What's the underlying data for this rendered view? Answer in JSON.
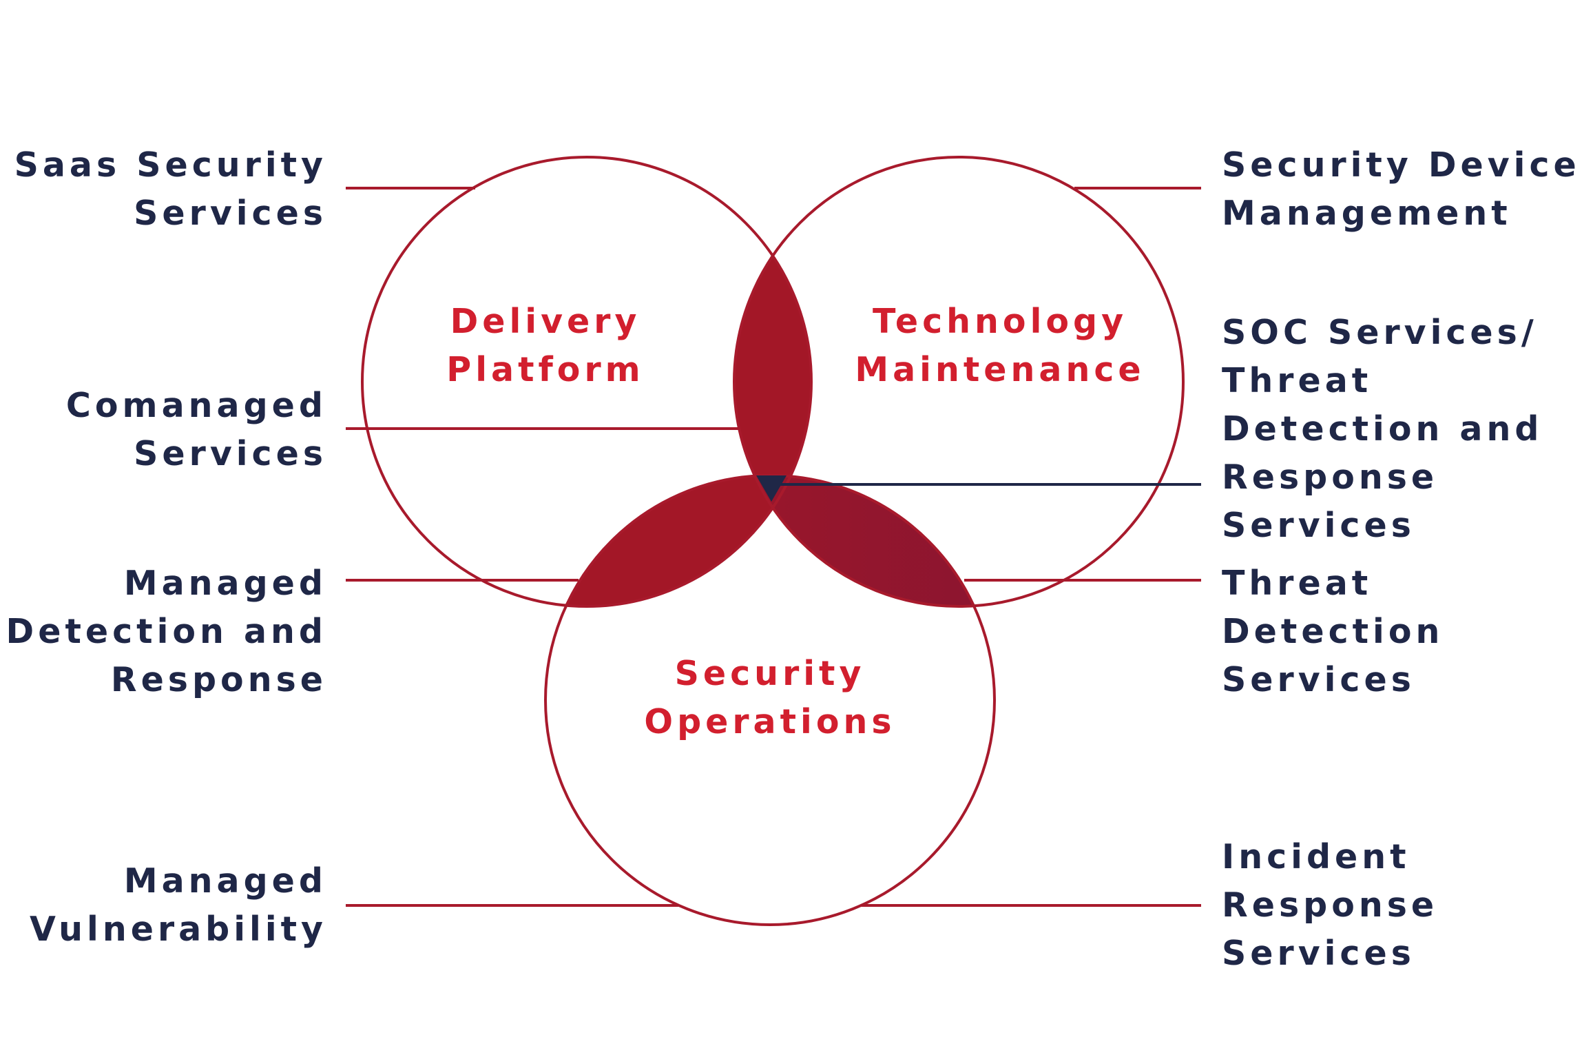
{
  "colors": {
    "circle_stroke": "#a81a2c",
    "overlap_fill": "#a31727",
    "overlap_fill_dark": "#8c1530",
    "circle_label": "#d21f2e",
    "service_text": "#1f2747",
    "leader_red": "#a81a2c",
    "leader_navy": "#1f2747",
    "background": "#ffffff"
  },
  "circles": {
    "delivery_platform": "Delivery\nPlatform",
    "technology_maintenance": "Technology\nMaintenance",
    "security_operations": "Security\nOperations"
  },
  "services": {
    "left": {
      "saas_security": "Saas Security\nServices",
      "comanaged": "Comanaged\nServices",
      "mdr": "Managed\nDetection and\nResponse",
      "vulnerability": "Managed\nVulnerability"
    },
    "right": {
      "device_management": "Security Device\nManagement",
      "soc": "SOC Services/\nThreat\nDetection and\nResponse\nServices",
      "threat_detection": "Threat\nDetection\nServices",
      "incident_response": "Incident\nResponse\nServices"
    }
  }
}
